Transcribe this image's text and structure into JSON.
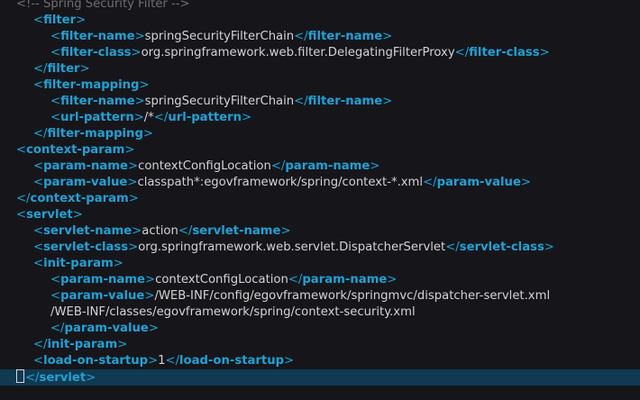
{
  "lines": [
    {
      "indent": 0,
      "tokens": [
        {
          "k": "cmt",
          "t": "<!-- Spring Security Filter -->"
        }
      ]
    },
    {
      "indent": 1,
      "tokens": [
        {
          "k": "open",
          "t": "filter"
        }
      ]
    },
    {
      "indent": 2,
      "tokens": [
        {
          "k": "open",
          "t": "filter-name"
        },
        {
          "k": "txt",
          "t": "springSecurityFilterChain"
        },
        {
          "k": "close",
          "t": "filter-name"
        }
      ]
    },
    {
      "indent": 2,
      "tokens": [
        {
          "k": "open",
          "t": "filter-class"
        },
        {
          "k": "txt",
          "t": "org.springframework.web.filter.DelegatingFilterProxy"
        },
        {
          "k": "close",
          "t": "filter-class"
        }
      ]
    },
    {
      "indent": 1,
      "tokens": [
        {
          "k": "close",
          "t": "filter"
        }
      ]
    },
    {
      "indent": 1,
      "tokens": [
        {
          "k": "open",
          "t": "filter-mapping"
        }
      ]
    },
    {
      "indent": 2,
      "tokens": [
        {
          "k": "open",
          "t": "filter-name"
        },
        {
          "k": "txt",
          "t": "springSecurityFilterChain"
        },
        {
          "k": "close",
          "t": "filter-name"
        }
      ]
    },
    {
      "indent": 2,
      "tokens": [
        {
          "k": "open",
          "t": "url-pattern"
        },
        {
          "k": "txt",
          "t": "/*"
        },
        {
          "k": "close",
          "t": "url-pattern"
        }
      ]
    },
    {
      "indent": 1,
      "tokens": [
        {
          "k": "close",
          "t": "filter-mapping"
        }
      ]
    },
    {
      "indent": 0,
      "tokens": [
        {
          "k": "open",
          "t": "context-param"
        }
      ]
    },
    {
      "indent": 1,
      "tokens": [
        {
          "k": "open",
          "t": "param-name"
        },
        {
          "k": "txt",
          "t": "contextConfigLocation"
        },
        {
          "k": "close",
          "t": "param-name"
        }
      ]
    },
    {
      "indent": 1,
      "tokens": [
        {
          "k": "open",
          "t": "param-value"
        },
        {
          "k": "txt",
          "t": "classpath*:egovframework/spring/context-*.xml"
        },
        {
          "k": "close",
          "t": "param-value"
        }
      ]
    },
    {
      "indent": 0,
      "tokens": [
        {
          "k": "close",
          "t": "context-param"
        }
      ]
    },
    {
      "indent": 0,
      "tokens": [
        {
          "k": "open",
          "t": "servlet"
        }
      ]
    },
    {
      "indent": 1,
      "tokens": [
        {
          "k": "open",
          "t": "servlet-name"
        },
        {
          "k": "txt",
          "t": "action"
        },
        {
          "k": "close",
          "t": "servlet-name"
        }
      ]
    },
    {
      "indent": 1,
      "tokens": [
        {
          "k": "open",
          "t": "servlet-class"
        },
        {
          "k": "txt",
          "t": "org.springframework.web.servlet.DispatcherServlet"
        },
        {
          "k": "close",
          "t": "servlet-class"
        }
      ]
    },
    {
      "indent": 1,
      "tokens": [
        {
          "k": "open",
          "t": "init-param"
        }
      ]
    },
    {
      "indent": 2,
      "tokens": [
        {
          "k": "open",
          "t": "param-name"
        },
        {
          "k": "txt",
          "t": "contextConfigLocation"
        },
        {
          "k": "close",
          "t": "param-name"
        }
      ]
    },
    {
      "indent": 2,
      "tokens": [
        {
          "k": "open",
          "t": "param-value"
        },
        {
          "k": "txt",
          "t": "/WEB-INF/config/egovframework/springmvc/dispatcher-servlet.xml"
        }
      ]
    },
    {
      "indent": 2,
      "tokens": [
        {
          "k": "txt",
          "t": "/WEB-INF/classes/egovframework/spring/context-security.xml"
        }
      ]
    },
    {
      "indent": 2,
      "tokens": [
        {
          "k": "close",
          "t": "param-value"
        }
      ]
    },
    {
      "indent": 1,
      "tokens": [
        {
          "k": "close",
          "t": "init-param"
        }
      ]
    },
    {
      "indent": 1,
      "tokens": [
        {
          "k": "open",
          "t": "load-on-startup"
        },
        {
          "k": "txt",
          "t": "1"
        },
        {
          "k": "close",
          "t": "load-on-startup"
        }
      ]
    },
    {
      "indent": 0,
      "current": true,
      "caret": true,
      "tokens": [
        {
          "k": "close",
          "t": "servlet"
        }
      ]
    }
  ]
}
